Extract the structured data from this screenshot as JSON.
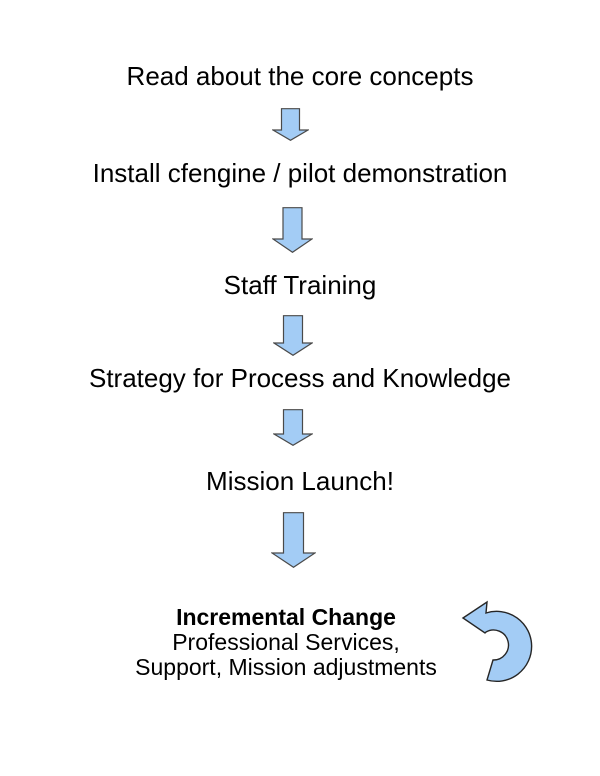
{
  "diagram": {
    "steps": [
      {
        "label": "Read about the core concepts"
      },
      {
        "label": "Install cfengine / pilot demonstration"
      },
      {
        "label": "Staff Training"
      },
      {
        "label": "Strategy for Process and Knowledge"
      },
      {
        "label": "Mission Launch!"
      }
    ],
    "connectors": {
      "down_arrow_icon": "down-arrow",
      "count": 5
    },
    "final_step": {
      "title": "Incremental Change",
      "line2": "Professional Services,",
      "line3": "Support, Mission adjustments",
      "cycle_icon": "rotate-left-cycle-arrow"
    },
    "colors": {
      "arrow_fill": "#a3ccf5",
      "arrow_stroke": "#4a4a4a",
      "cycle_arrow_stroke": "#262626",
      "text": "#000000",
      "background": "#ffffff"
    }
  }
}
